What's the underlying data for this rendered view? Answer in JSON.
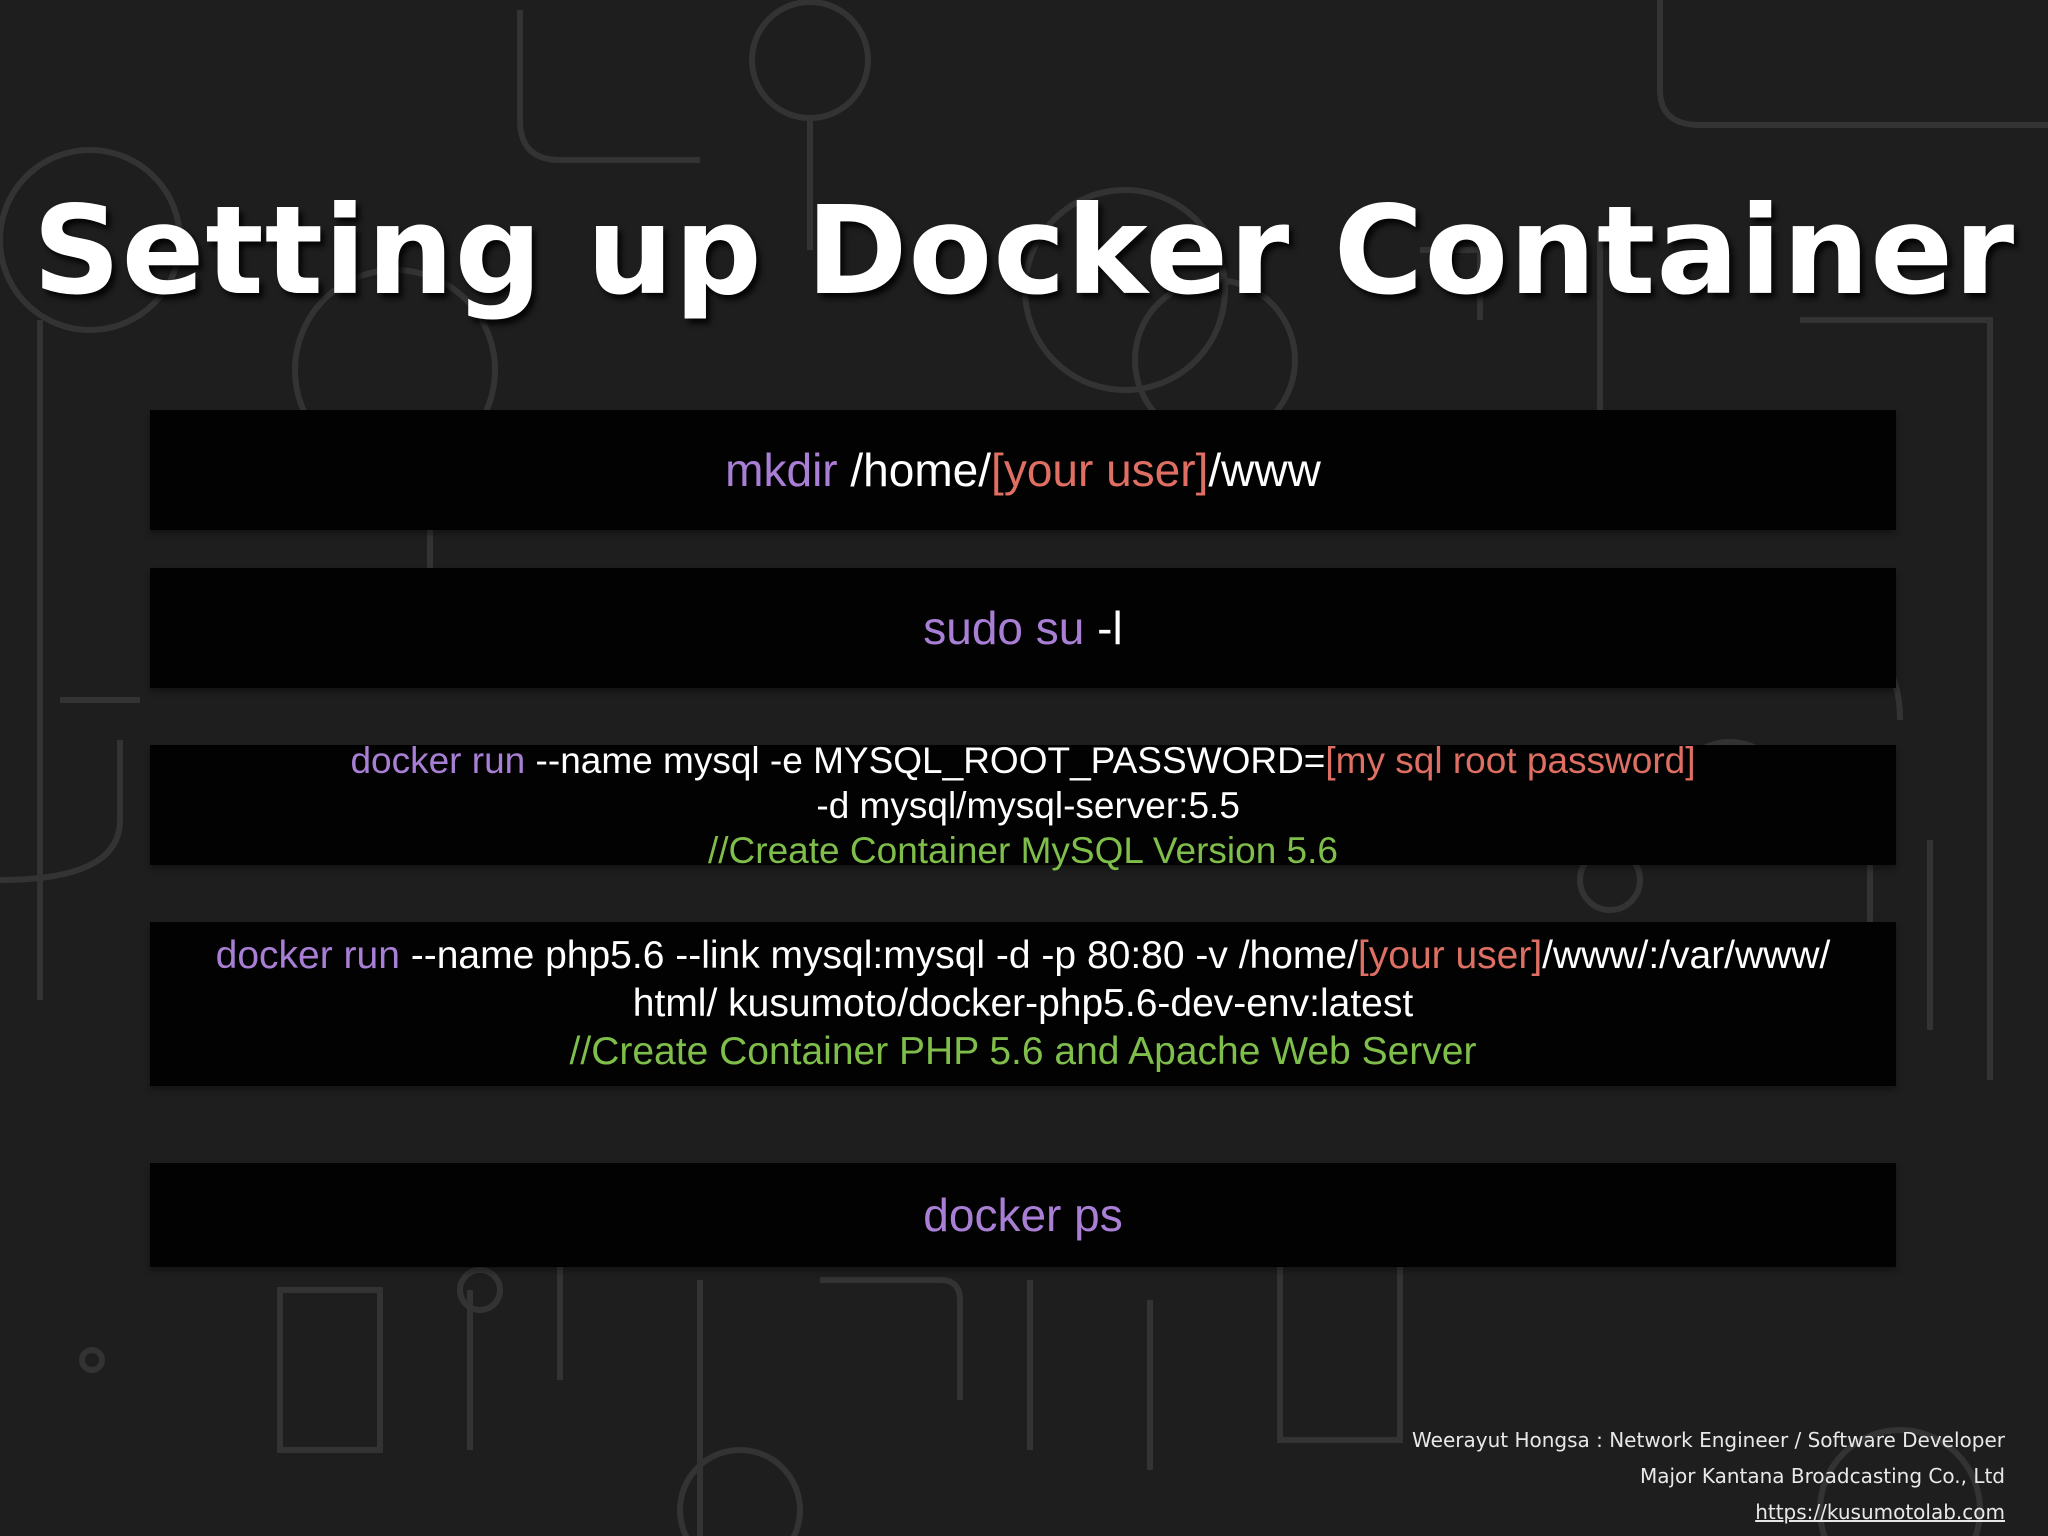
{
  "slide": {
    "title": "Setting up Docker Container"
  },
  "commands": [
    {
      "keyword": "mkdir",
      "text1": " /home/",
      "placeholder": "[your user]",
      "text2": "/www"
    },
    {
      "keyword": "sudo su",
      "text1": " -l"
    },
    {
      "keyword": "docker run",
      "text1": " --name mysql -e MYSQL_ROOT_PASSWORD=",
      "placeholder": "[my sql root password]",
      "text2": " -d mysql/mysql-server:5.5",
      "comment": "//Create Container MySQL Version 5.6"
    },
    {
      "keyword": "docker run",
      "text1": " --name php5.6 --link mysql:mysql -d -p 80:80 -v /home/",
      "placeholder": "[your user]",
      "text2": "/www/:/var/www/",
      "line2": "html/ kusumoto/docker-php5.6-dev-env:latest",
      "comment": "//Create Container PHP 5.6 and Apache Web Server"
    },
    {
      "keyword": "docker ps"
    }
  ],
  "footer": {
    "author": "Weerayut Hongsa : Network Engineer / Software Developer",
    "company": "Major Kantana Broadcasting Co., Ltd",
    "url": "https://kusumotolab.com"
  },
  "colors": {
    "background": "#1e1e1e",
    "box": "#020202",
    "keyword": "#a97fd6",
    "placeholder": "#de6f62",
    "comment": "#7fbe4a",
    "text": "#ffffff"
  }
}
